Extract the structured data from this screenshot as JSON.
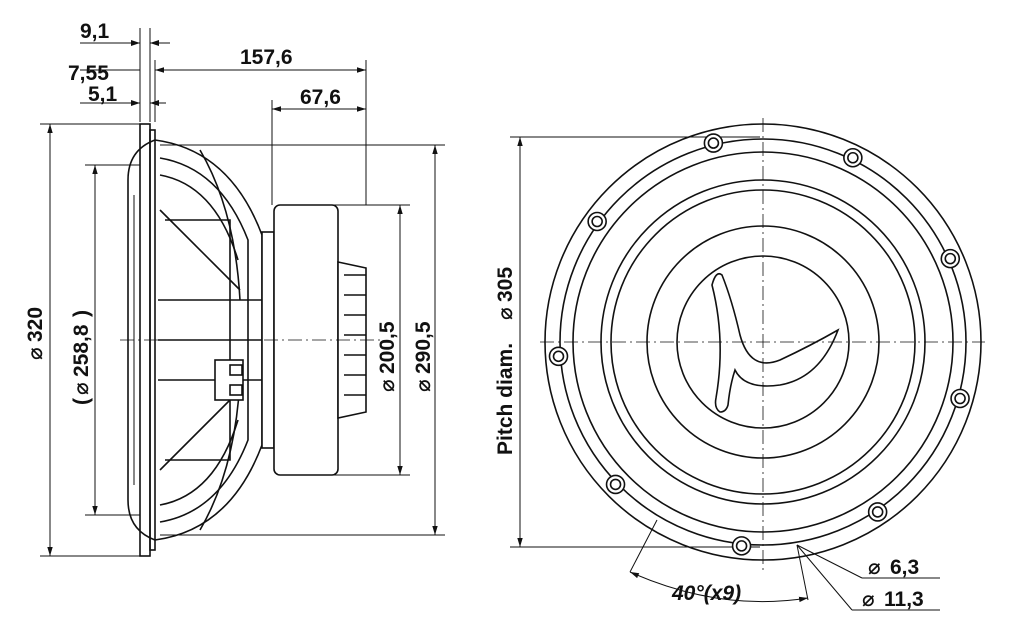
{
  "side_view": {
    "dims_top": {
      "flange_a": "9,1",
      "flange_b": "7,55",
      "flange_c": "5,1",
      "overall_depth": "157,6",
      "magnet_depth": "67,6"
    },
    "dims_left": {
      "outer_diameter": "320",
      "cutout_diameter": "258,8"
    },
    "dims_right": {
      "magnet_diameter": "200,5",
      "rear_diameter": "290,5"
    }
  },
  "front_view": {
    "pitch_label": "Pitch diam.",
    "pitch_value": "305",
    "hole_angle": "40°(x9)",
    "hole_diameter": "6,3",
    "counterbore_diameter": "11,3"
  },
  "symbols": {
    "diameter": "⌀"
  }
}
